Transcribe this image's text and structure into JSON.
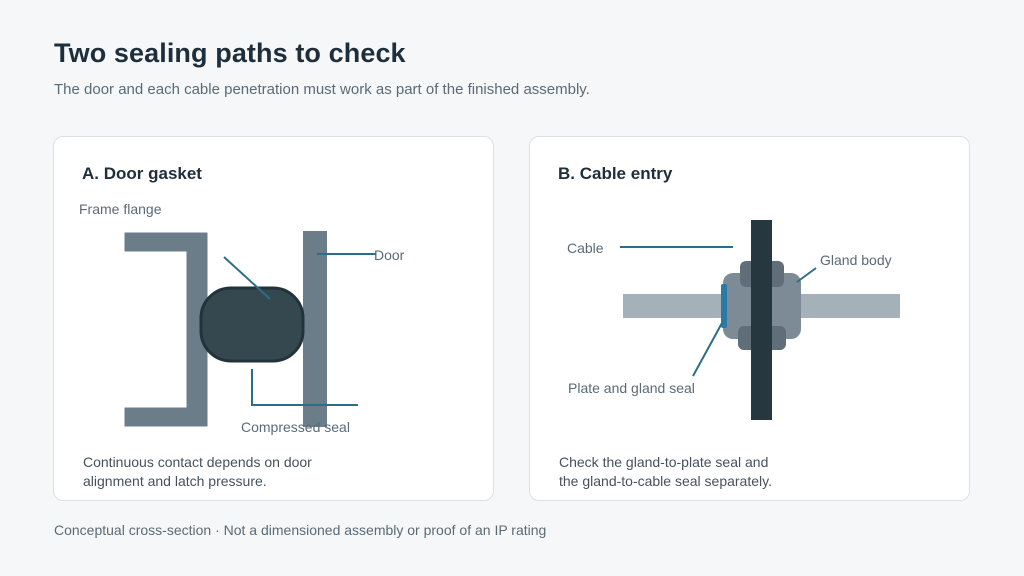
{
  "header": {
    "title": "Two sealing paths to check",
    "subtitle": "The door and each cable penetration must work as part of the finished assembly."
  },
  "panels": {
    "door": {
      "title": "A. Door gasket",
      "labels": {
        "frame_flange": "Frame flange",
        "door": "Door",
        "compressed_seal": "Compressed seal"
      },
      "caption_line1": "Continuous contact depends on door",
      "caption_line2": "alignment and latch pressure."
    },
    "cable": {
      "title": "B. Cable entry",
      "labels": {
        "cable": "Cable",
        "gland_body": "Gland body",
        "plate_and_gland_seal": "Plate and gland seal"
      },
      "caption_line1": "Check the gland-to-plate seal and",
      "caption_line2": "the gland-to-cable seal separately."
    }
  },
  "footnote": "Conceptual cross-section · Not a dimensioned assembly or proof of an IP rating",
  "colors": {
    "page_background": "#f5f7f9",
    "panel_background": "#ffffff",
    "frame_metal": "#6b7d89",
    "plate_light": "#a4b1b8",
    "seal_dark": "#2b3c44",
    "seal_fill": "#35484f",
    "gland_body": "#7c8b95",
    "gland_dark": "#5f6e78",
    "leader_line": "#2b6e88",
    "plate_seal_accent": "#2a7aa6",
    "title_text": "#1e2e3a",
    "label_text": "#5a6b77"
  }
}
